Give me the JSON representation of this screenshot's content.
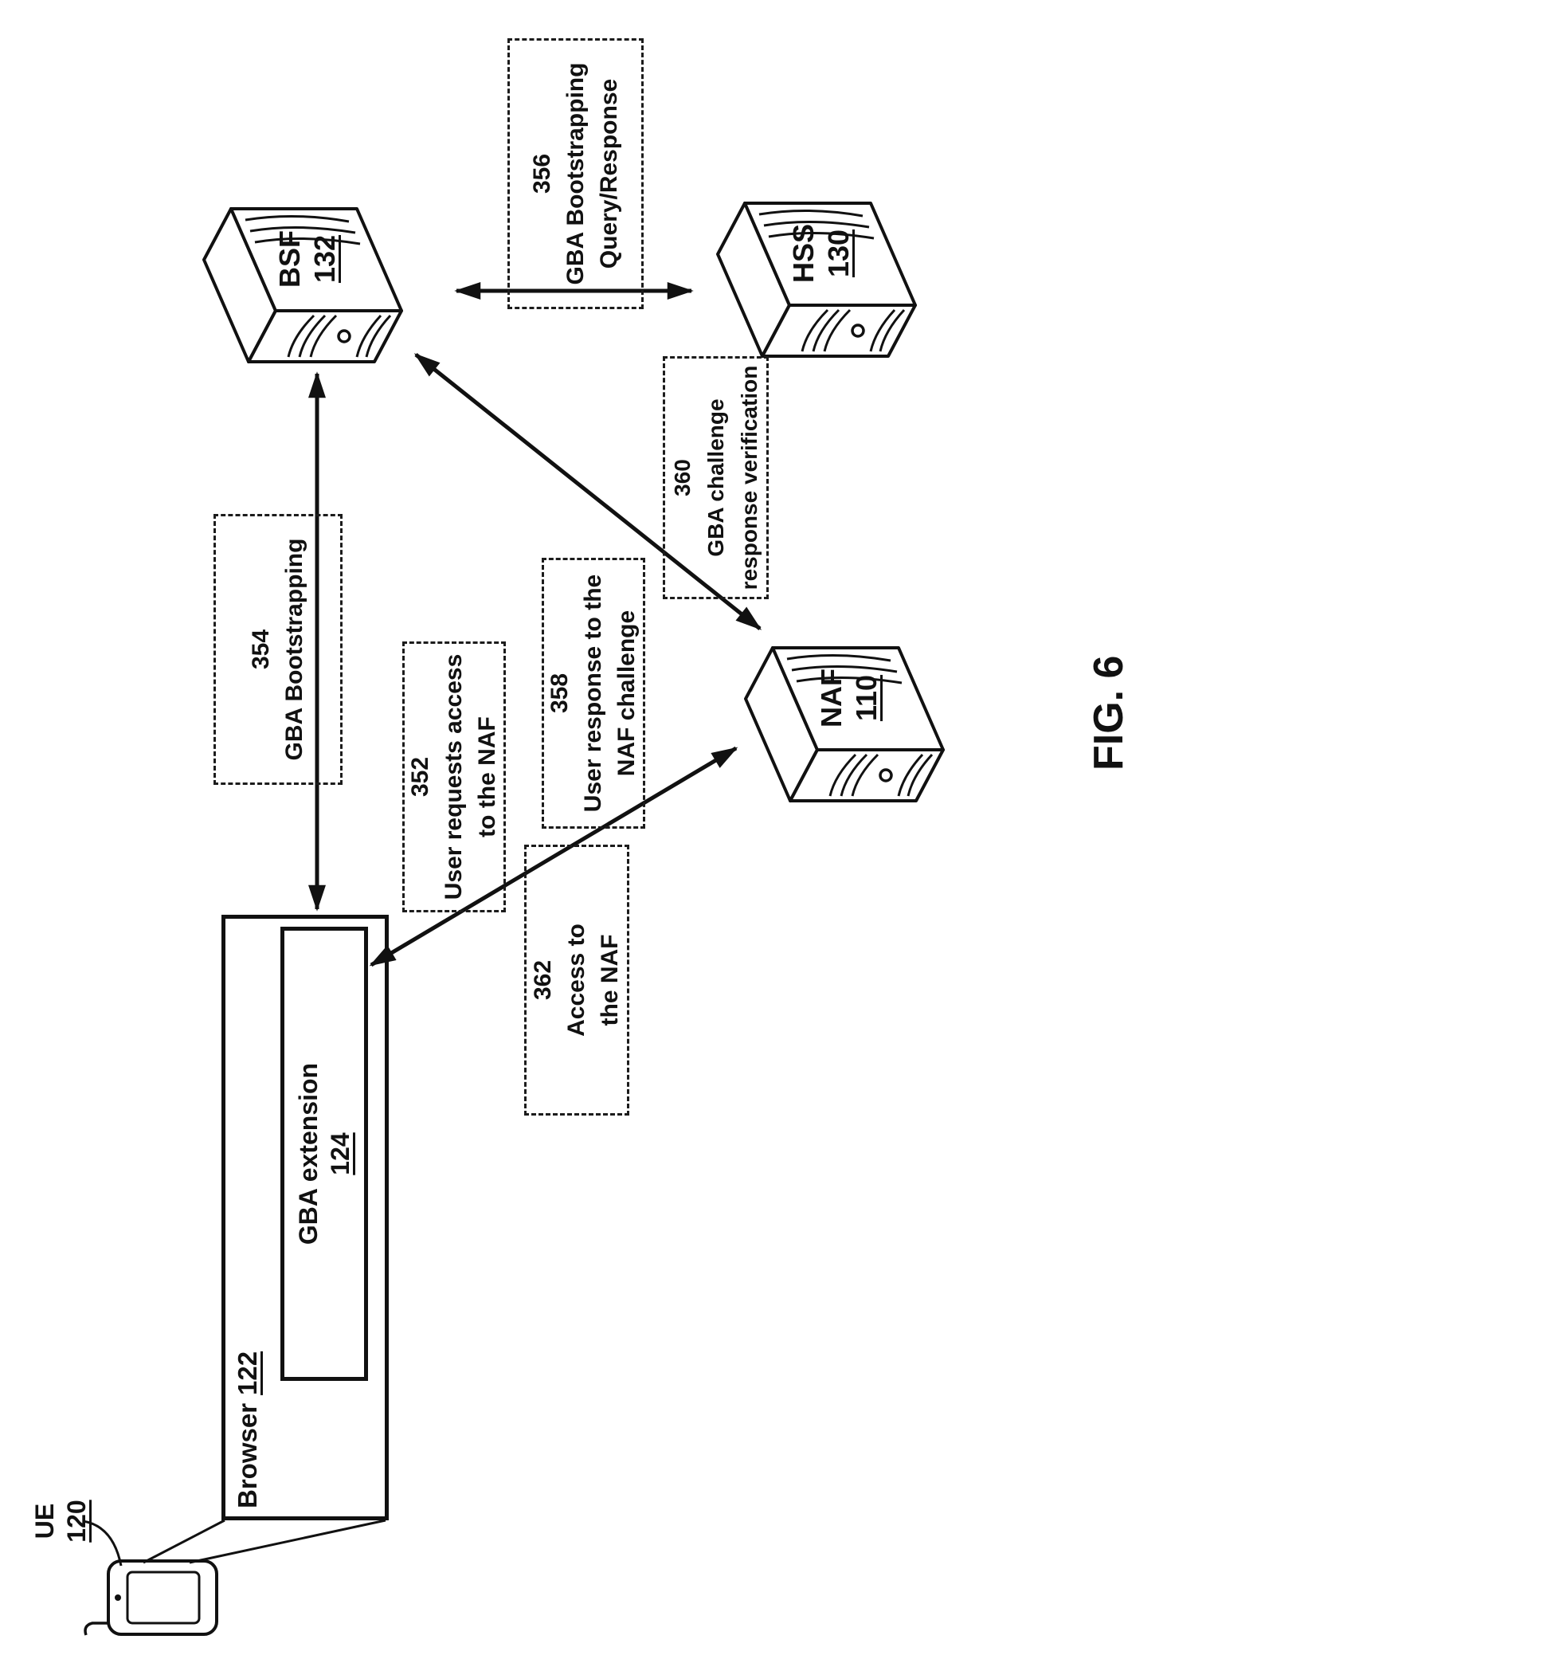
{
  "figure": {
    "caption": "FIG. 6"
  },
  "colors": {
    "ink": "#111111",
    "background": "#ffffff"
  },
  "nodes": {
    "ue": {
      "label": "UE",
      "ref": "120"
    },
    "browser": {
      "label": "Browser",
      "ref": "122"
    },
    "gba_extension": {
      "label": "GBA extension",
      "ref": "124"
    },
    "bsf": {
      "label": "BSF",
      "ref": "132"
    },
    "hss": {
      "label": "HSS",
      "ref": "130"
    },
    "naf": {
      "label": "NAF",
      "ref": "110"
    }
  },
  "messages": {
    "m352": {
      "num": "352",
      "lines": [
        "User requests access",
        "to the NAF"
      ]
    },
    "m354": {
      "num": "354",
      "lines": [
        "GBA Bootstrapping"
      ]
    },
    "m356": {
      "num": "356",
      "lines": [
        "GBA Bootstrapping",
        "Query/Response"
      ]
    },
    "m358": {
      "num": "358",
      "lines": [
        "User response to the",
        "NAF challenge"
      ]
    },
    "m360": {
      "num": "360",
      "lines": [
        "GBA challenge",
        "response verification"
      ]
    },
    "m362": {
      "num": "362",
      "lines": [
        "Access to",
        "the NAF"
      ]
    }
  }
}
